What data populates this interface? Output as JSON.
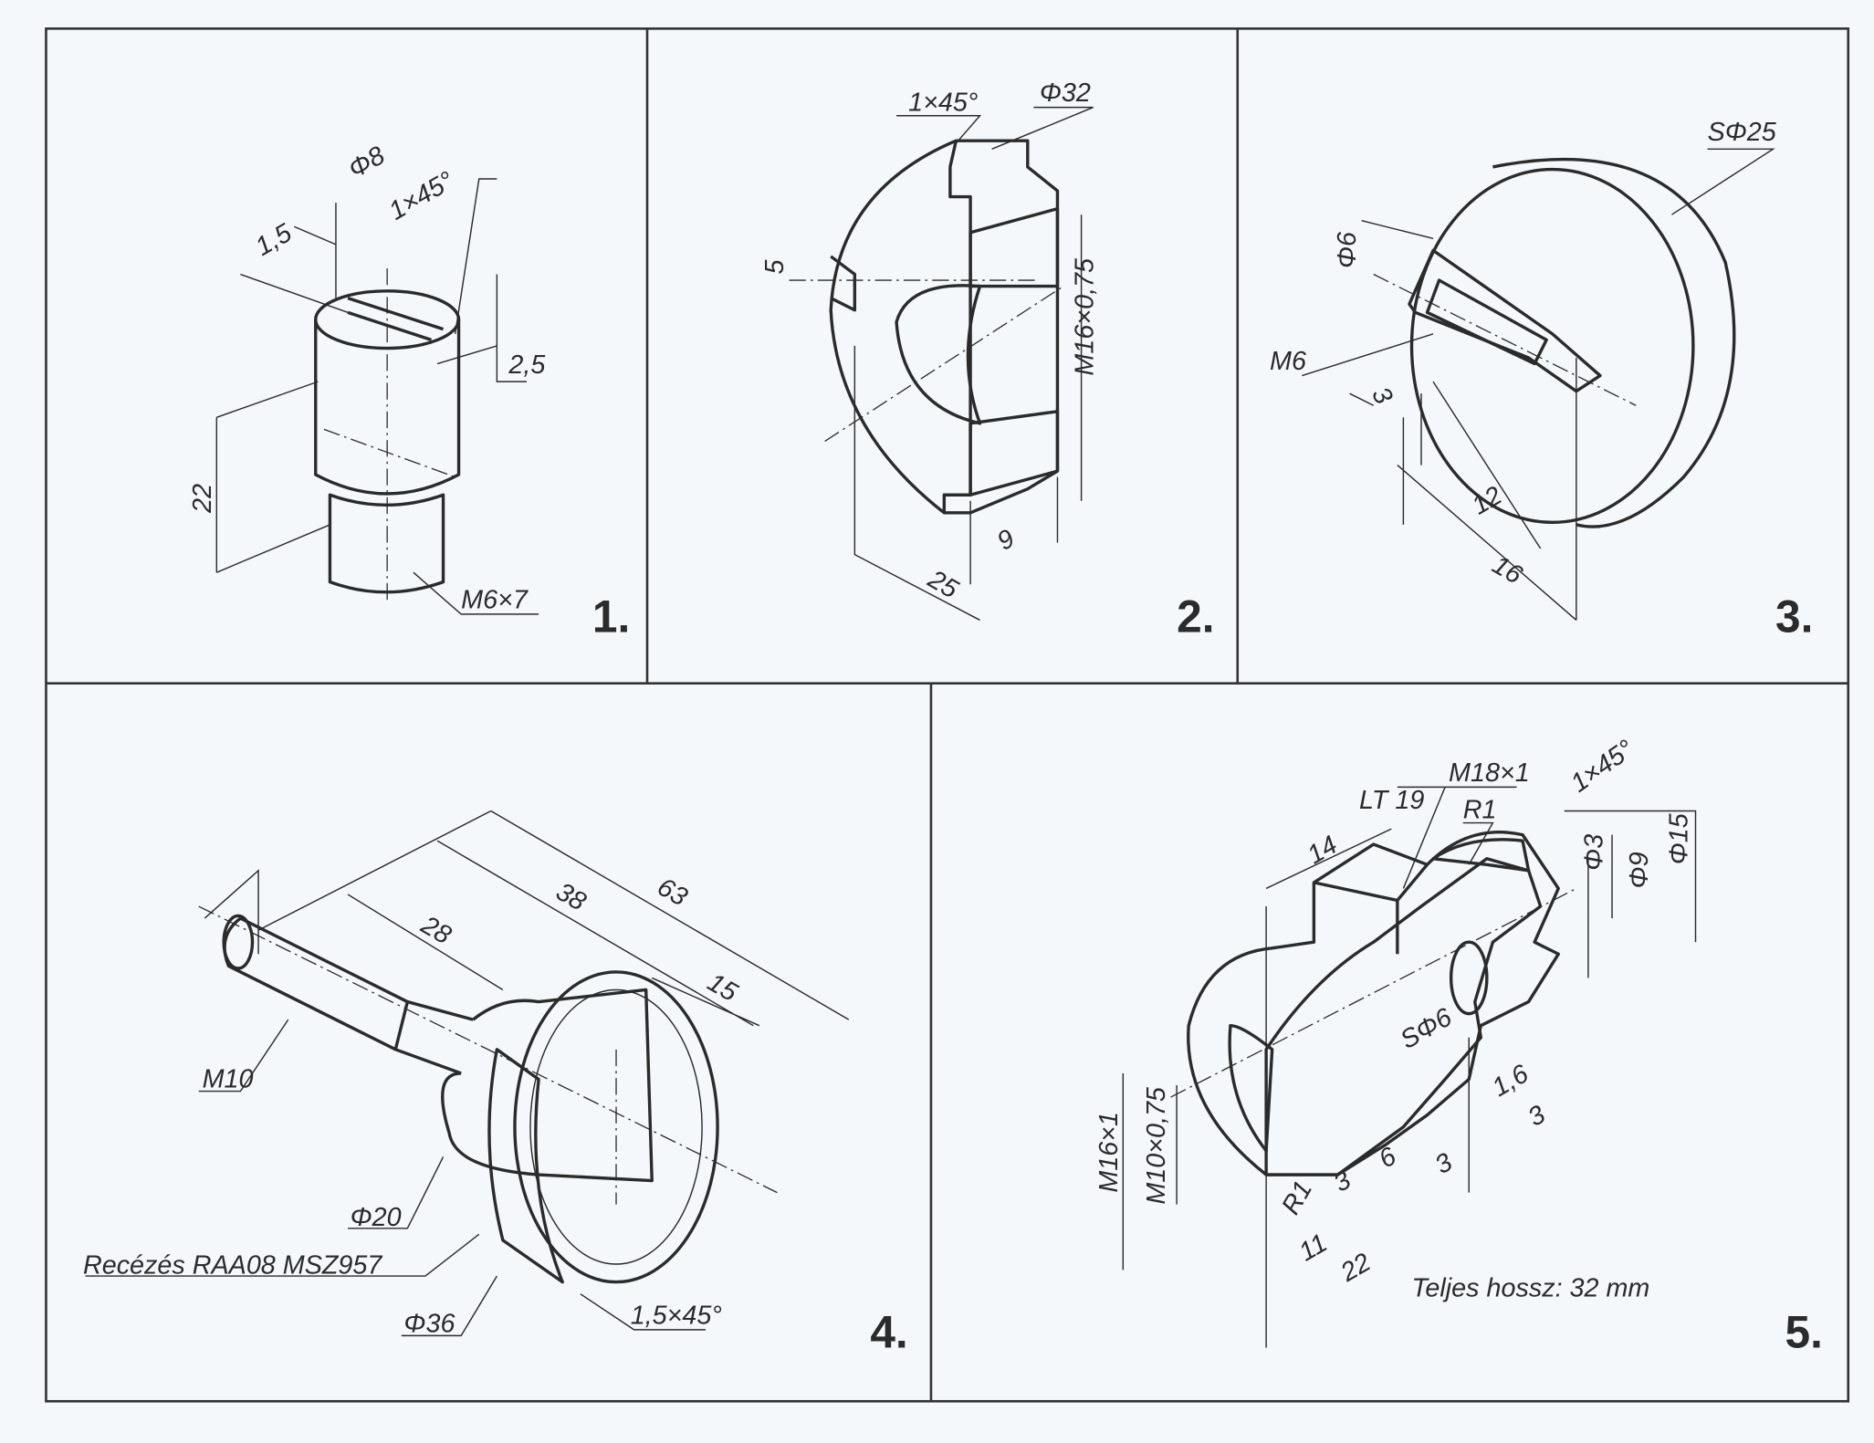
{
  "panels": [
    {
      "number": "1.",
      "labels": {
        "d8": "Φ8",
        "chamfer": "1×45°",
        "w15": "1,5",
        "h25": "2,5",
        "h22": "22",
        "thread": "M6×7"
      }
    },
    {
      "number": "2.",
      "labels": {
        "chamfer": "1×45°",
        "d32": "Φ32",
        "w5": "5",
        "thread": "M16×0,75",
        "w9": "9",
        "w25": "25"
      }
    },
    {
      "number": "3.",
      "labels": {
        "sphere": "SΦ25",
        "d6": "Φ6",
        "thread": "M6",
        "w3": "3",
        "w12": "12",
        "w16": "16"
      }
    },
    {
      "number": "4.",
      "labels": {
        "l63": "63",
        "l38": "38",
        "l28": "28",
        "l15": "15",
        "thread": "M10",
        "d20": "Φ20",
        "knurl": "Recézés RAA08 MSZ957",
        "d36": "Φ36",
        "chamfer": "1,5×45°"
      }
    },
    {
      "number": "5.",
      "labels": {
        "hex": "LT 19",
        "thread_outer": "M18×1",
        "r1_top": "R1",
        "chamfer": "1×45°",
        "l14": "14",
        "d3": "Φ3",
        "d9": "Φ9",
        "d15": "Φ15",
        "sphere": "SΦ6",
        "l16": "1,6",
        "l3a": "3",
        "l3b": "3",
        "l6": "6",
        "l3c": "3",
        "r1_bottom": "R1",
        "l11": "11",
        "l22": "22",
        "m16": "M16×1",
        "m10": "M10×0,75",
        "note": "Teljes hossz: 32 mm"
      }
    }
  ]
}
